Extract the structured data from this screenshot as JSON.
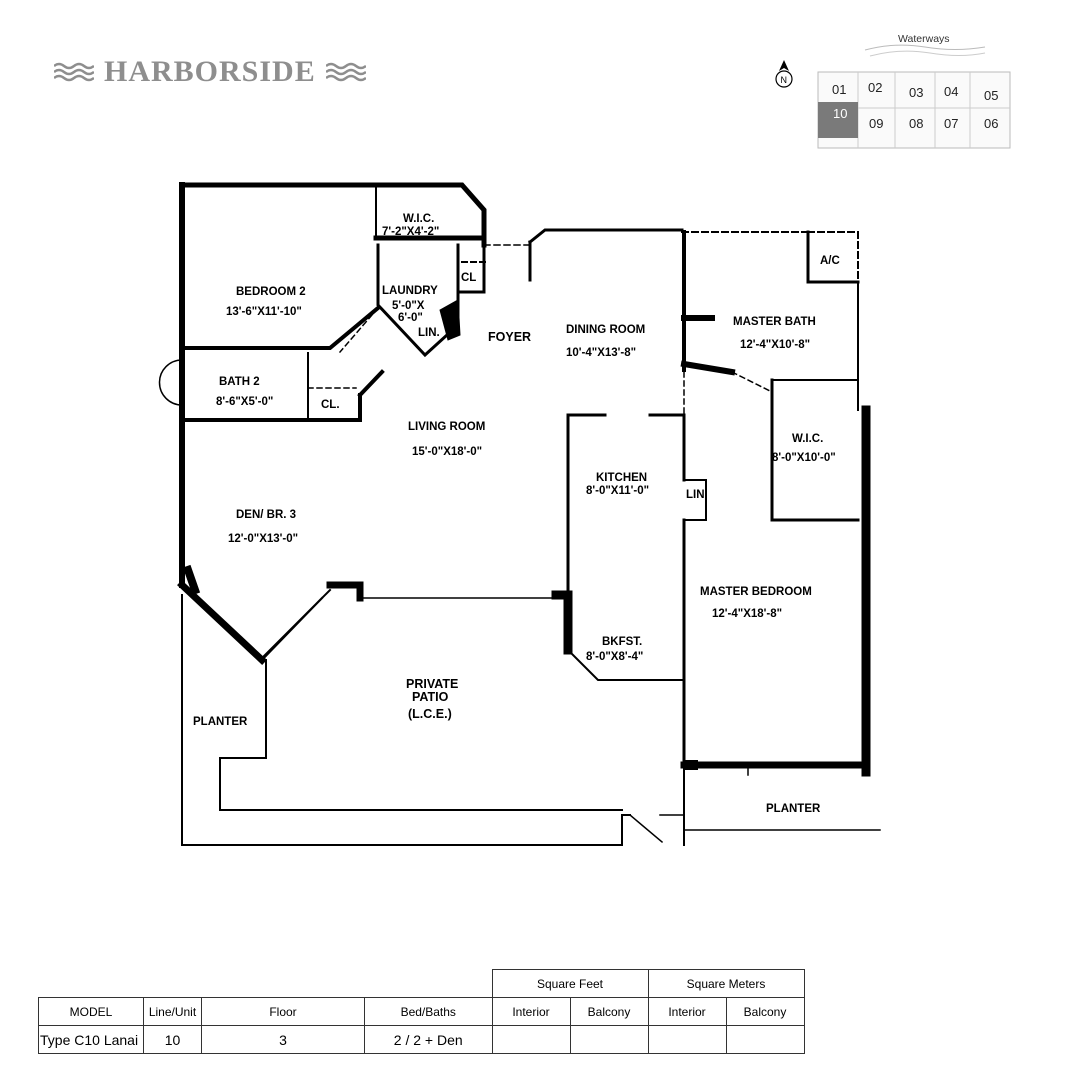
{
  "brand": {
    "name": "HARBORSIDE",
    "color": "#8e8e8e"
  },
  "keyplan": {
    "water_label": "Waterways",
    "north_label": "N",
    "units_top": [
      "01",
      "02",
      "03",
      "04",
      "05"
    ],
    "units_bottom": [
      "10",
      "09",
      "08",
      "07",
      "06"
    ],
    "highlighted_unit": "10",
    "highlight_color": "#7a7a7a"
  },
  "rooms": {
    "wic_top": {
      "name": "W.I.C.",
      "size": "7'-2\"X4'-2\""
    },
    "bedroom2": {
      "name": "BEDROOM 2",
      "size": "13'-6\"X11'-10\""
    },
    "laundry": {
      "name": "LAUNDRY",
      "size_1": "5'-0\"X",
      "size_2": "6'-0\""
    },
    "lin_laundry": "LIN.",
    "cl_laundry": "CL",
    "foyer": "FOYER",
    "dining": {
      "name": "DINING ROOM",
      "size": "10'-4\"X13'-8\""
    },
    "ac": "A/C",
    "master_bath": {
      "name": "MASTER BATH",
      "size": "12'-4\"X10'-8\""
    },
    "bath2": {
      "name": "BATH 2",
      "size": "8'-6\"X5'-0\""
    },
    "cl_bath": "CL.",
    "living": {
      "name": "LIVING ROOM",
      "size": "15'-0\"X18'-0\""
    },
    "wic_master": {
      "name": "W.I.C.",
      "size": "8'-0\"X10'-0\""
    },
    "kitchen": {
      "name": "KITCHEN",
      "size": "8'-0\"X11'-0\""
    },
    "lin_kitchen": "LIN.",
    "den": {
      "name": "DEN/ BR. 3",
      "size": "12'-0\"X13'-0\""
    },
    "master_bedroom": {
      "name": "MASTER BEDROOM",
      "size": "12'-4\"X18'-8\""
    },
    "bkfst": {
      "name": "BKFST.",
      "size": "8'-0\"X8'-4\""
    },
    "patio": {
      "name_1": "PRIVATE",
      "name_2": "PATIO",
      "name_3": "(L.C.E.)"
    },
    "planter_left": "PLANTER",
    "planter_right": "PLANTER"
  },
  "spec_table": {
    "group_sqft": "Square Feet",
    "group_sqm": "Square Meters",
    "headers": {
      "model": "MODEL",
      "line_unit": "Line/Unit",
      "floor": "Floor",
      "bed_baths": "Bed/Baths",
      "interior_ft": "Interior",
      "balcony_ft": "Balcony",
      "interior_m": "Interior",
      "balcony_m": "Balcony"
    },
    "row": {
      "model": "Type C10 Lanai",
      "line_unit": "10",
      "floor": "3",
      "bed_baths": "2 / 2 + Den",
      "interior_ft": "",
      "balcony_ft": "",
      "interior_m": "",
      "balcony_m": ""
    }
  }
}
